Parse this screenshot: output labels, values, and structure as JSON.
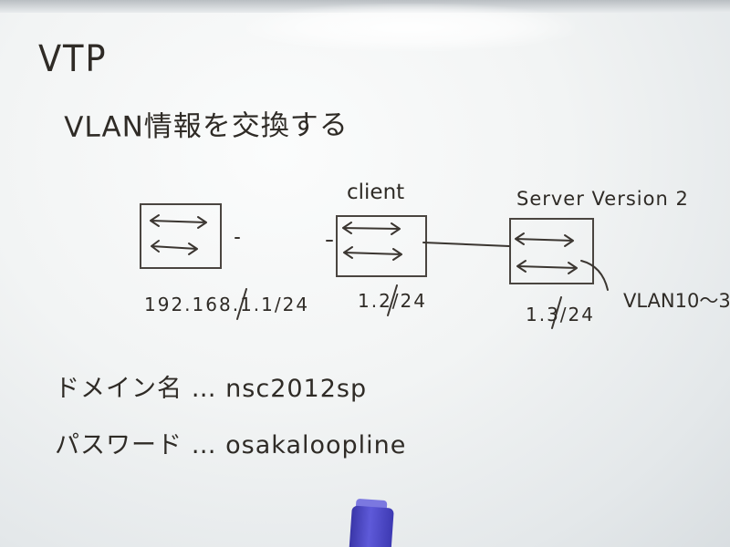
{
  "title": "VTP",
  "subtitle": "VLAN情報を交換する",
  "diagram": {
    "client_label": "client",
    "server_label": "Server Version 2",
    "ip_left": "192.168.1.1/24",
    "ip_middle": "1.2/24",
    "ip_right": "1.3/24",
    "vlan_note": "VLAN10～3"
  },
  "config": {
    "domain_line": "ドメイン名 … nsc2012sp",
    "password_line": "パスワード … osakaloopline"
  },
  "colors": {
    "ink": "#2f2b26",
    "board": "#f2f4f4",
    "eraser": "#4a46c4"
  }
}
